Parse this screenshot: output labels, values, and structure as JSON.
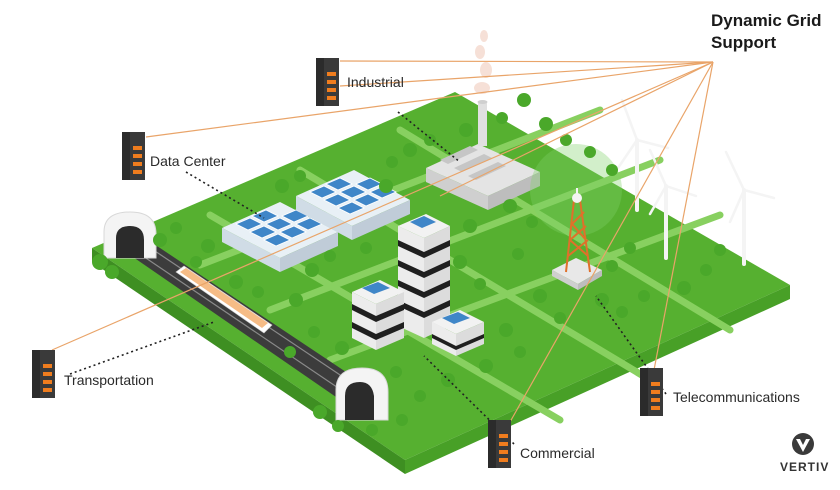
{
  "title": {
    "line1": "Dynamic Grid",
    "line2": "Support"
  },
  "labels": {
    "industrial": "Industrial",
    "data_center": "Data Center",
    "transportation": "Transportation",
    "commercial": "Commercial",
    "telecommunications": "Telecommunications"
  },
  "logo": {
    "text": "VERTIV"
  },
  "colors": {
    "ground": "#5fbd3a",
    "path": "#8ed46a",
    "tree": "#4fae2e",
    "connector": "#e9a469",
    "battery_stripe": "#f07d1e",
    "battery_body": "#2b2b2b"
  }
}
